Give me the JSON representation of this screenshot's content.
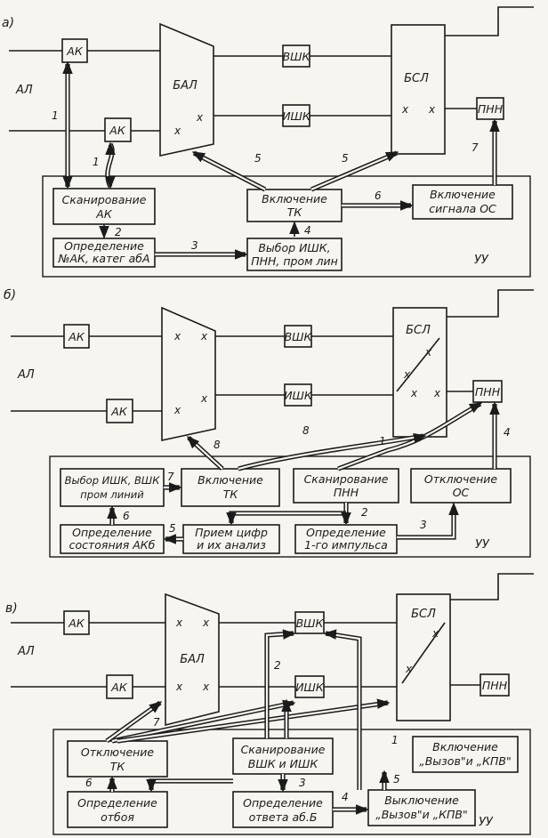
{
  "panel_a": {
    "label": "а)",
    "al": "АЛ",
    "ak1": "АК",
    "ak2": "АК",
    "bal": "БАЛ",
    "bsl": "БСЛ",
    "vshk": "ВШК",
    "ishk": "ИШК",
    "pnn": "ПНН",
    "uu": "УУ",
    "scan_l1": "Сканирование",
    "scan_l2": "АК",
    "det_l1": "Определение",
    "det_l2": "№АК, катег абА",
    "on_tk_l1": "Включение",
    "on_tk_l2": "ТК",
    "sel_l1": "Выбор ИШК,",
    "sel_l2": "ПНН, пром лин",
    "on_os_l1": "Включение",
    "on_os_l2": "сигнала ОС",
    "n1a": "1",
    "n1b": "1",
    "n2": "2",
    "n3": "3",
    "n4": "4",
    "n5a": "5",
    "n5b": "5",
    "n6": "6",
    "n7": "7"
  },
  "panel_b": {
    "label": "б)",
    "al": "АЛ",
    "ak1": "АК",
    "ak2": "АК",
    "bsl": "БСЛ",
    "vshk": "ВШК",
    "ishk": "ИШК",
    "pnn": "ПНН",
    "uu": "УУ",
    "sel_l1": "Выбор ИШК, ВШК",
    "sel_l2": "пром линий",
    "on_tk_l1": "Включение",
    "on_tk_l2": "ТК",
    "scan_l1": "Сканирование",
    "scan_l2": "ПНН",
    "off_os_l1": "Отключение",
    "off_os_l2": "ОС",
    "state_l1": "Определение",
    "state_l2": "состояния АКб",
    "recv_l1": "Прием цифр",
    "recv_l2": "и их анализ",
    "first_l1": "Определение",
    "first_l2": "1-го импульса",
    "n1": "1",
    "n2": "2",
    "n3": "3",
    "n4": "4",
    "n5": "5",
    "n6": "6",
    "n7": "7",
    "n8a": "8",
    "n8b": "8"
  },
  "panel_c": {
    "label": "в)",
    "al": "АЛ",
    "ak1": "АК",
    "ak2": "АК",
    "bal": "БАЛ",
    "bsl": "БСЛ",
    "vshk": "ВШК",
    "ishk": "ИШК",
    "pnn": "ПНН",
    "uu": "УУ",
    "off_tk_l1": "Отключение",
    "off_tk_l2": "ТК",
    "scan_l1": "Сканирование",
    "scan_l2": "ВШК и ИШК",
    "on_call_l1": "Включение",
    "on_call_l2": "„Вызов\"и „КПВ\"",
    "rel_l1": "Определение",
    "rel_l2": "отбоя",
    "ans_l1": "Определение",
    "ans_l2": "ответа аб.Б",
    "off_call_l1": "Выключение",
    "off_call_l2": "„Вызов\"и „КПВ\"",
    "n1": "1",
    "n2": "2",
    "n3": "3",
    "n4": "4",
    "n5": "5",
    "n6": "6",
    "n7": "7"
  }
}
